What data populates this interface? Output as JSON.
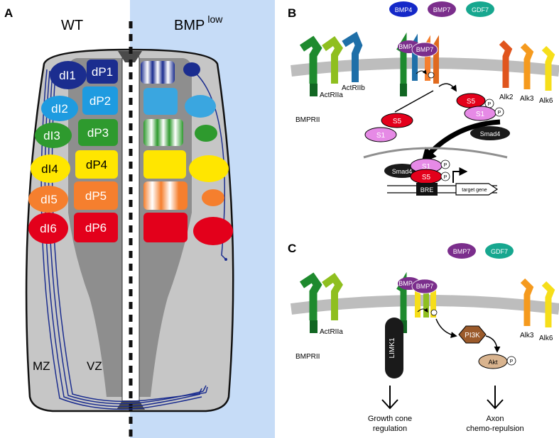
{
  "panel_a": {
    "letter": "A",
    "wt_label": "WT",
    "bmp_label": "BMP",
    "bmp_sup": "low",
    "domains": [
      {
        "dl": "dI1",
        "dp": "dP1",
        "color": "#1b2d8f"
      },
      {
        "dl": "dI2",
        "dp": "dP2",
        "color": "#1e9be0"
      },
      {
        "dl": "dI3",
        "dp": "dP3",
        "color": "#2e9a2e"
      },
      {
        "dl": "dI4",
        "dp": "dP4",
        "color": "#ffe600"
      },
      {
        "dl": "dI5",
        "dp": "dP5",
        "color": "#f57f2e"
      },
      {
        "dl": "dI6",
        "dp": "dP6",
        "color": "#e3001b"
      }
    ],
    "mz_label": "MZ",
    "vz_label": "VZ"
  },
  "panel_b": {
    "letter": "B",
    "ligands": [
      {
        "label": "BMP4",
        "color": "#1428c8"
      },
      {
        "label": "BMP7",
        "color": "#7b2e8c"
      },
      {
        "label": "GDF7",
        "color": "#17a78f"
      }
    ],
    "receptors": {
      "bmprii": "BMPRII",
      "actriia": "ActRIIa",
      "actriib": "ActRIIb",
      "alk2": "Alk2",
      "alk3": "Alk3",
      "alk6": "Alk6"
    },
    "complex_ligands": [
      "BMP",
      "BMP7"
    ],
    "s5": "S5",
    "s1": "S1",
    "p": "P",
    "smad4": "Smad4",
    "bre": "BRE",
    "target_gene": "target gene"
  },
  "panel_c": {
    "letter": "C",
    "ligands": [
      {
        "label": "BMP7",
        "color": "#7b2e8c"
      },
      {
        "label": "GDF7",
        "color": "#17a78f"
      }
    ],
    "receptors": {
      "bmprii": "BMPRII",
      "actriia": "ActRIIa",
      "alk3": "Alk3",
      "alk6": "Alk6"
    },
    "complex_ligands": [
      "BMP",
      "BMP7"
    ],
    "limk1": "LIMK1",
    "pi3k": "PI3K",
    "akt": "Akt",
    "p": "P",
    "outcome_left_1": "Growth cone",
    "outcome_left_2": "regulation",
    "outcome_right_1": "Axon",
    "outcome_right_2": "chemo-repulsion"
  }
}
